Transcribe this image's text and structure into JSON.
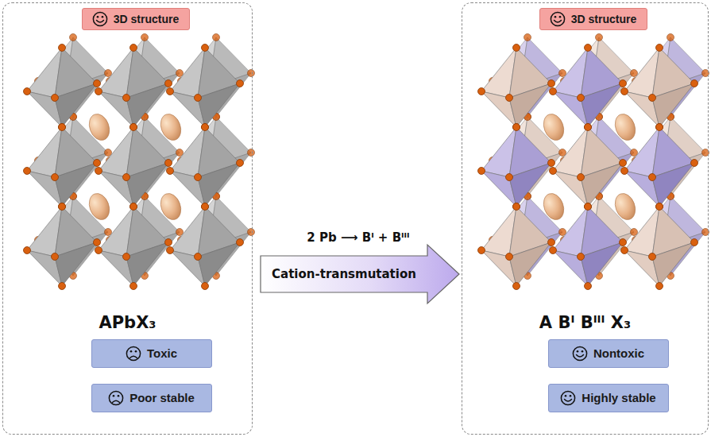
{
  "diagram": {
    "nodes": [
      {
        "text": [
          "APbX₃"
        ]
      },
      {
        "text": [
          "3D structure"
        ],
        "in": 0
      },
      {
        "text": [
          "Toxic"
        ],
        "in": 0
      },
      {
        "text": [
          "Poor stable"
        ],
        "in": 0
      },
      {
        "text": [
          "A Bᴵ Bᴵᴵᴵ X₃"
        ]
      },
      {
        "text": [
          "3D structure"
        ],
        "in": 4
      },
      {
        "text": [
          "Nontoxic"
        ],
        "in": 4
      },
      {
        "text": [
          "Highly stable"
        ],
        "in": 4
      }
    ],
    "edges": [
      {
        "from": 0,
        "to": 4,
        "arrow": "to",
        "label": "Cation-transmutation"
      }
    ],
    "labels": [
      "2 Pb ⟶ Bᴵ + Bᴵᴵᴵ"
    ]
  }
}
